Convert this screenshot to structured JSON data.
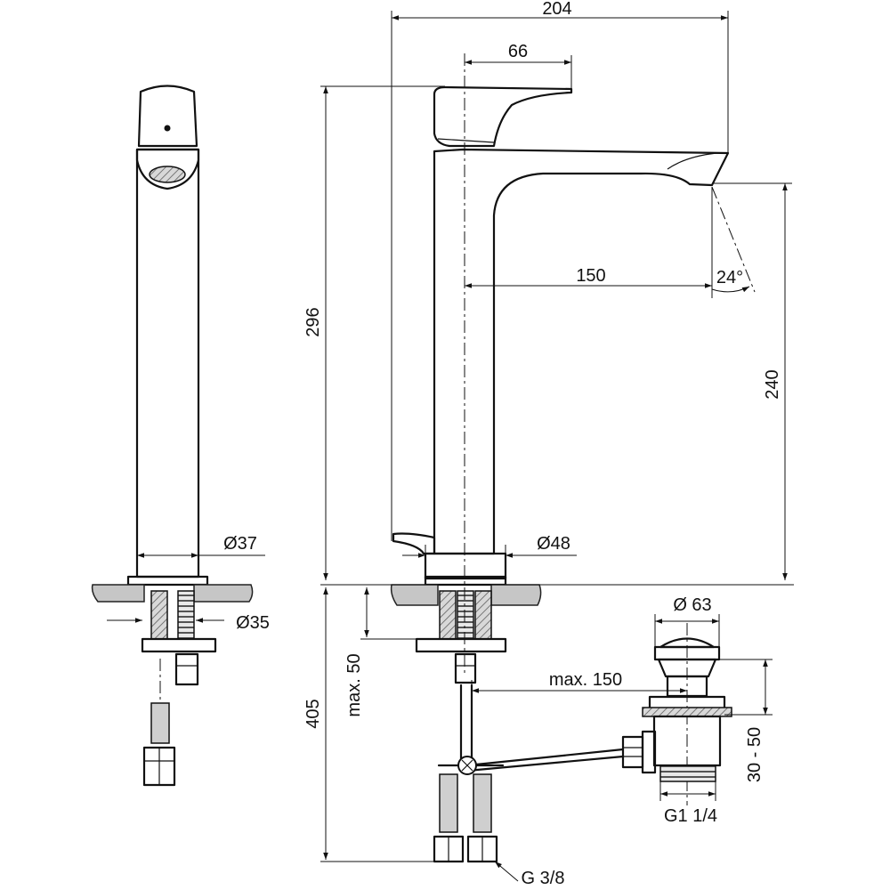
{
  "dimensions": {
    "overall_width": "204",
    "handle_offset": "66",
    "spout_reach": "150",
    "spray_angle": "24°",
    "total_height": "296",
    "spout_height": "240",
    "body_diameter": "Ø37",
    "base_diameter": "Ø48",
    "hole_diameter": "Ø35",
    "below_counter_length": "405",
    "max_thickness": "max. 50",
    "max_rod": "max. 150",
    "waste_diameter": "Ø 63",
    "waste_range": "30 - 50",
    "waste_thread": "G1 1/4",
    "hose_thread": "G 3/8"
  }
}
